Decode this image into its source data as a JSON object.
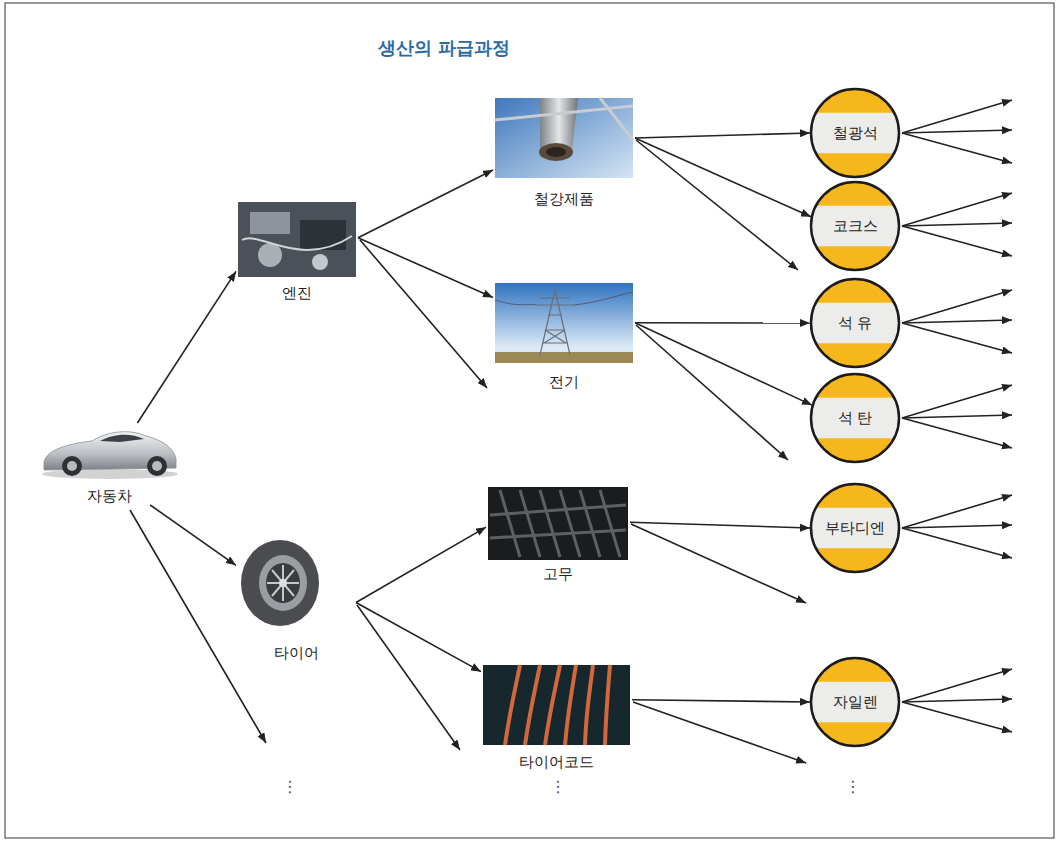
{
  "diagram": {
    "title": "생산의 파급과정",
    "nodes": [
      {
        "text": [
          "자동차"
        ]
      },
      {
        "text": [
          "엔진"
        ]
      },
      {
        "text": [
          "타이어"
        ]
      },
      {
        "text": [
          "철강제품"
        ]
      },
      {
        "text": [
          "전기"
        ]
      },
      {
        "text": [
          "고무"
        ]
      },
      {
        "text": [
          "타이어코드"
        ]
      },
      {
        "text": [
          "철광석"
        ]
      },
      {
        "text": [
          "코크스"
        ]
      },
      {
        "text": [
          "석 유"
        ]
      },
      {
        "text": [
          "석 탄"
        ]
      },
      {
        "text": [
          "부타디엔"
        ]
      },
      {
        "text": [
          "자일렌"
        ]
      }
    ],
    "edges": [
      {
        "from": 0,
        "to": 1,
        "arrow": "to"
      },
      {
        "from": 0,
        "to": 2,
        "arrow": "to"
      },
      {
        "from": 1,
        "to": 3,
        "arrow": "to"
      },
      {
        "from": 1,
        "to": 4,
        "arrow": "to"
      },
      {
        "from": 2,
        "to": 5,
        "arrow": "to"
      },
      {
        "from": 2,
        "to": 6,
        "arrow": "to"
      },
      {
        "from": 3,
        "to": 7,
        "arrow": "to"
      },
      {
        "from": 3,
        "to": 8,
        "arrow": "to"
      },
      {
        "from": 4,
        "to": 9,
        "arrow": "to"
      },
      {
        "from": 4,
        "to": 10,
        "arrow": "to"
      },
      {
        "from": 5,
        "to": 11,
        "arrow": "to"
      },
      {
        "from": 6,
        "to": 12,
        "arrow": "to"
      }
    ],
    "labels": [
      "⋮",
      "⋮",
      "⋮"
    ]
  }
}
